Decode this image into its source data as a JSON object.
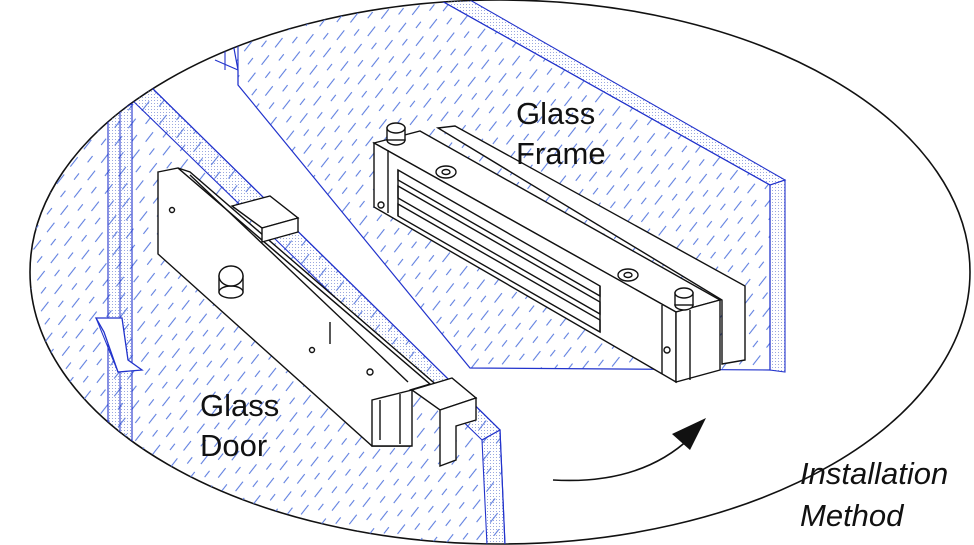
{
  "labels": {
    "glass_frame_line1": "Glass",
    "glass_frame_line2": "Frame",
    "glass_door_line1": "Glass",
    "glass_door_line2": "Door",
    "installation_line1": "Installation",
    "installation_line2": "Method"
  },
  "colors": {
    "background": "#ffffff",
    "line": "#111111",
    "glass_edge": "#2233cc",
    "hatch": "#5f7fe0",
    "metal_fill": "#ffffff"
  },
  "icons": {
    "rotation_arrow": "curved-arrow-icon",
    "door_handle": "knob-icon",
    "glass_break": "break-mark-icon"
  }
}
